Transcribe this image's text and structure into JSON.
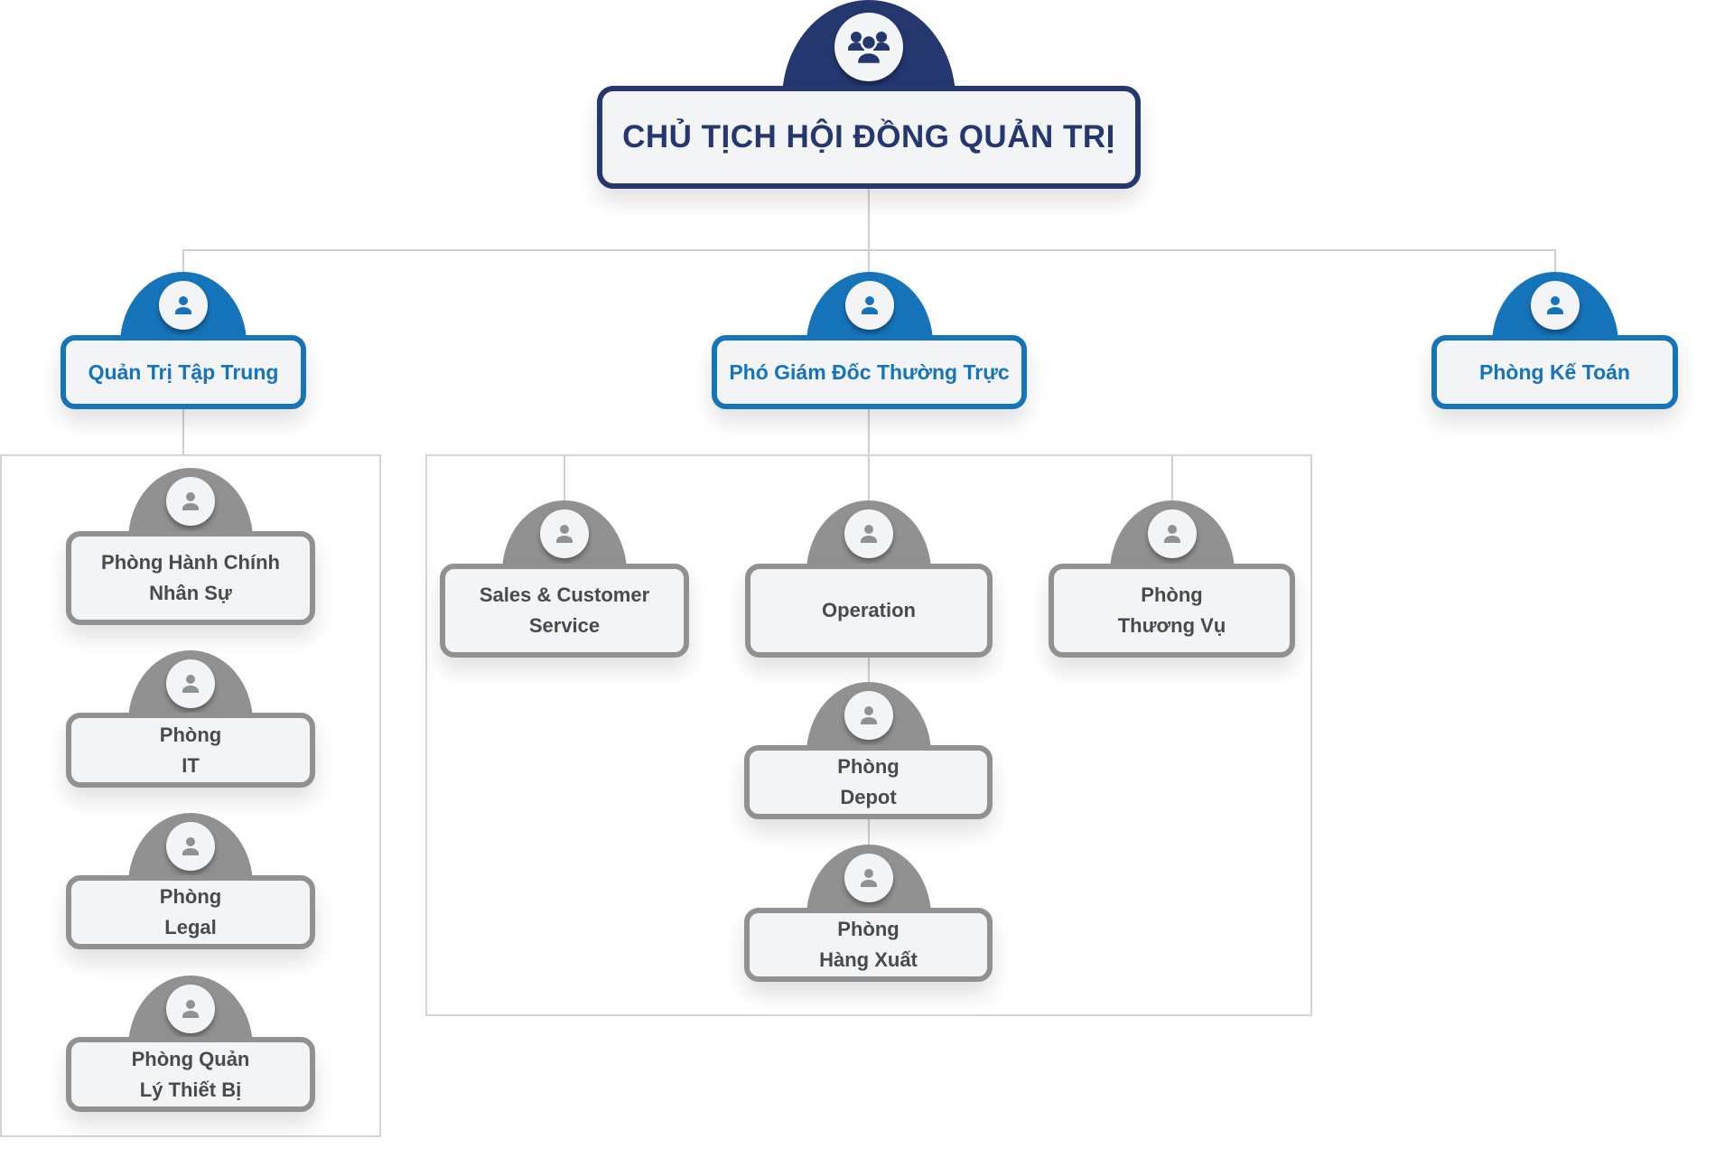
{
  "colors": {
    "root": "#24376f",
    "level2": "#1674ba",
    "level3": "#919191",
    "connector": "#cfcfcf"
  },
  "root": {
    "label": "CHỦ TỊCH HỘI ĐỒNG QUẢN TRỊ",
    "icon": "users-group-icon"
  },
  "level2": [
    {
      "label": "Quản Trị Tập Trung",
      "icon": "user-icon"
    },
    {
      "label": "Phó Giám Đốc Thường Trực",
      "icon": "user-icon"
    },
    {
      "label": "Phòng Kế Toán",
      "icon": "user-icon"
    }
  ],
  "quan_tri_tap_trung_children": [
    {
      "label": "Phòng Hành Chính\nNhân Sự",
      "icon": "user-icon"
    },
    {
      "label": "Phòng\nIT",
      "icon": "user-icon"
    },
    {
      "label": "Phòng\nLegal",
      "icon": "user-icon"
    },
    {
      "label": "Phòng Quản\nLý Thiết Bị",
      "icon": "user-icon"
    }
  ],
  "pho_giam_doc_children": [
    {
      "label": "Sales & Customer\nService",
      "icon": "user-icon"
    },
    {
      "label": "Operation",
      "icon": "user-icon"
    },
    {
      "label": "Phòng\nThương Vụ",
      "icon": "user-icon"
    }
  ],
  "operation_children": [
    {
      "label": "Phòng\nDepot",
      "icon": "user-icon"
    },
    {
      "label": "Phòng\nHàng Xuất",
      "icon": "user-icon"
    }
  ]
}
